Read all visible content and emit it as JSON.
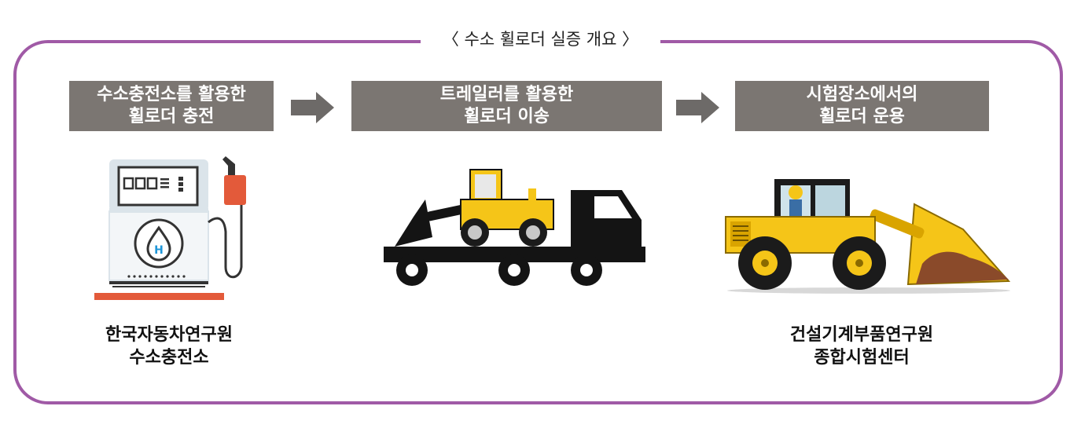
{
  "title": "〈 수소 휠로더 실증 개요 〉",
  "steps": [
    {
      "line1": "수소충전소를 활용한",
      "line2": "휠로더 충전"
    },
    {
      "line1": "트레일러를 활용한",
      "line2": "휠로더 이송"
    },
    {
      "line1": "시험장소에서의",
      "line2": "휠로더 운용"
    }
  ],
  "captions": {
    "left": {
      "line1": "한국자동차연구원",
      "line2": "수소충전소"
    },
    "right": {
      "line1": "건설기계부품연구원",
      "line2": "종합시험센터"
    }
  },
  "pump_badge": "H",
  "colors": {
    "frame": "#a05aa6",
    "step_box": "#7b7672",
    "arrow": "#6d6a68",
    "pump_body": "#dbe4ea",
    "pump_accent": "#1e96d8",
    "nozzle": "#e35a3a",
    "loader_yellow": "#f5c518",
    "truck_black": "#141414",
    "dirt": "#8a4a2a"
  },
  "icons": [
    "hydrogen-pump-icon",
    "trailer-truck-icon",
    "wheel-loader-icon",
    "arrow-right-icon"
  ]
}
